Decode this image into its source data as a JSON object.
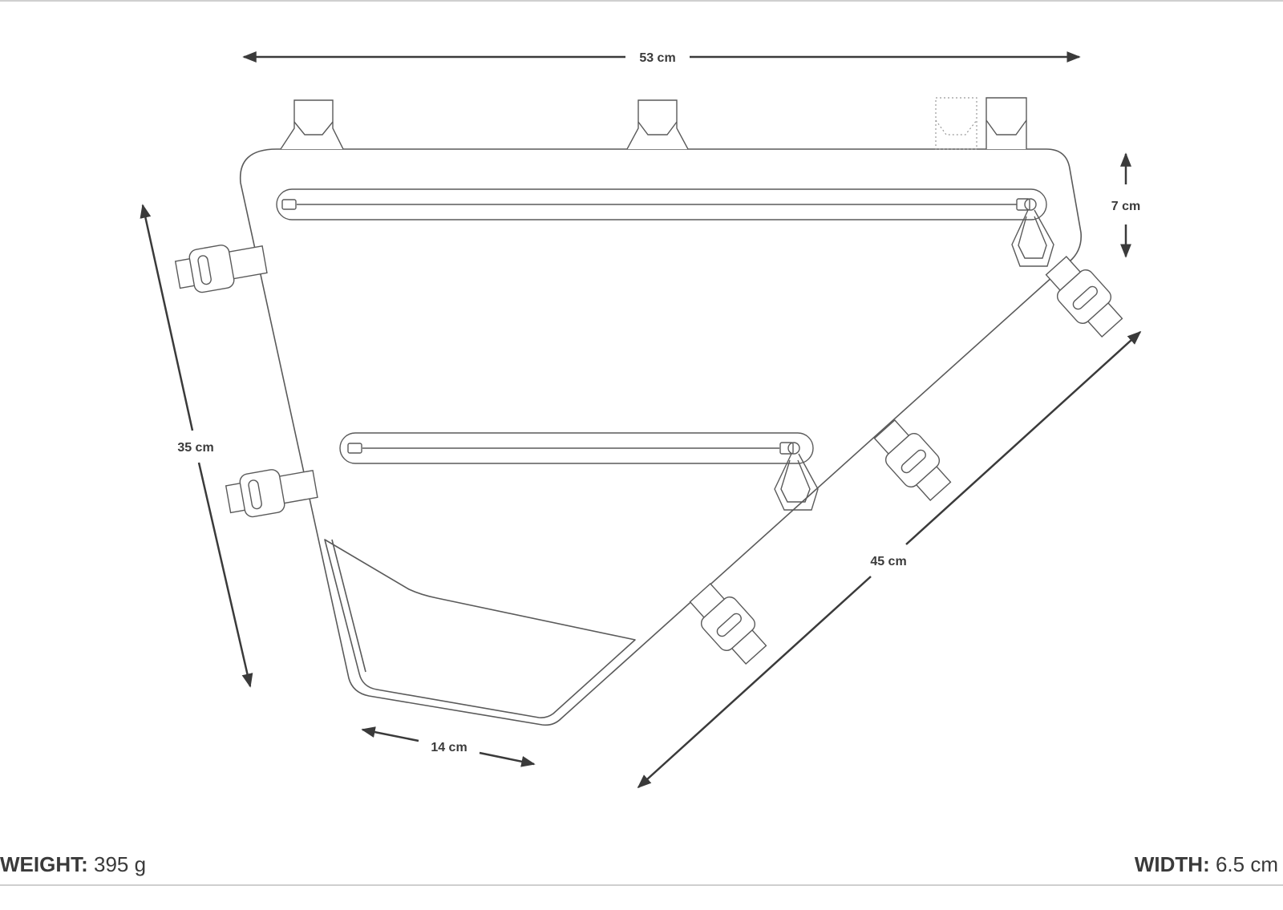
{
  "dimensions": {
    "top_length": "53 cm",
    "front_height": "35 cm",
    "down_tube_length": "45 cm",
    "bottom_length": "14 cm",
    "tail_height": "7 cm"
  },
  "specs": {
    "weight_label": "WEIGHT:",
    "weight_value": "395 g",
    "width_label": "WIDTH:",
    "width_value": "6.5 cm"
  },
  "colors": {
    "outline": "#5a5a5a",
    "dimension": "#3a3a3a",
    "rule": "#cfcfcf"
  }
}
